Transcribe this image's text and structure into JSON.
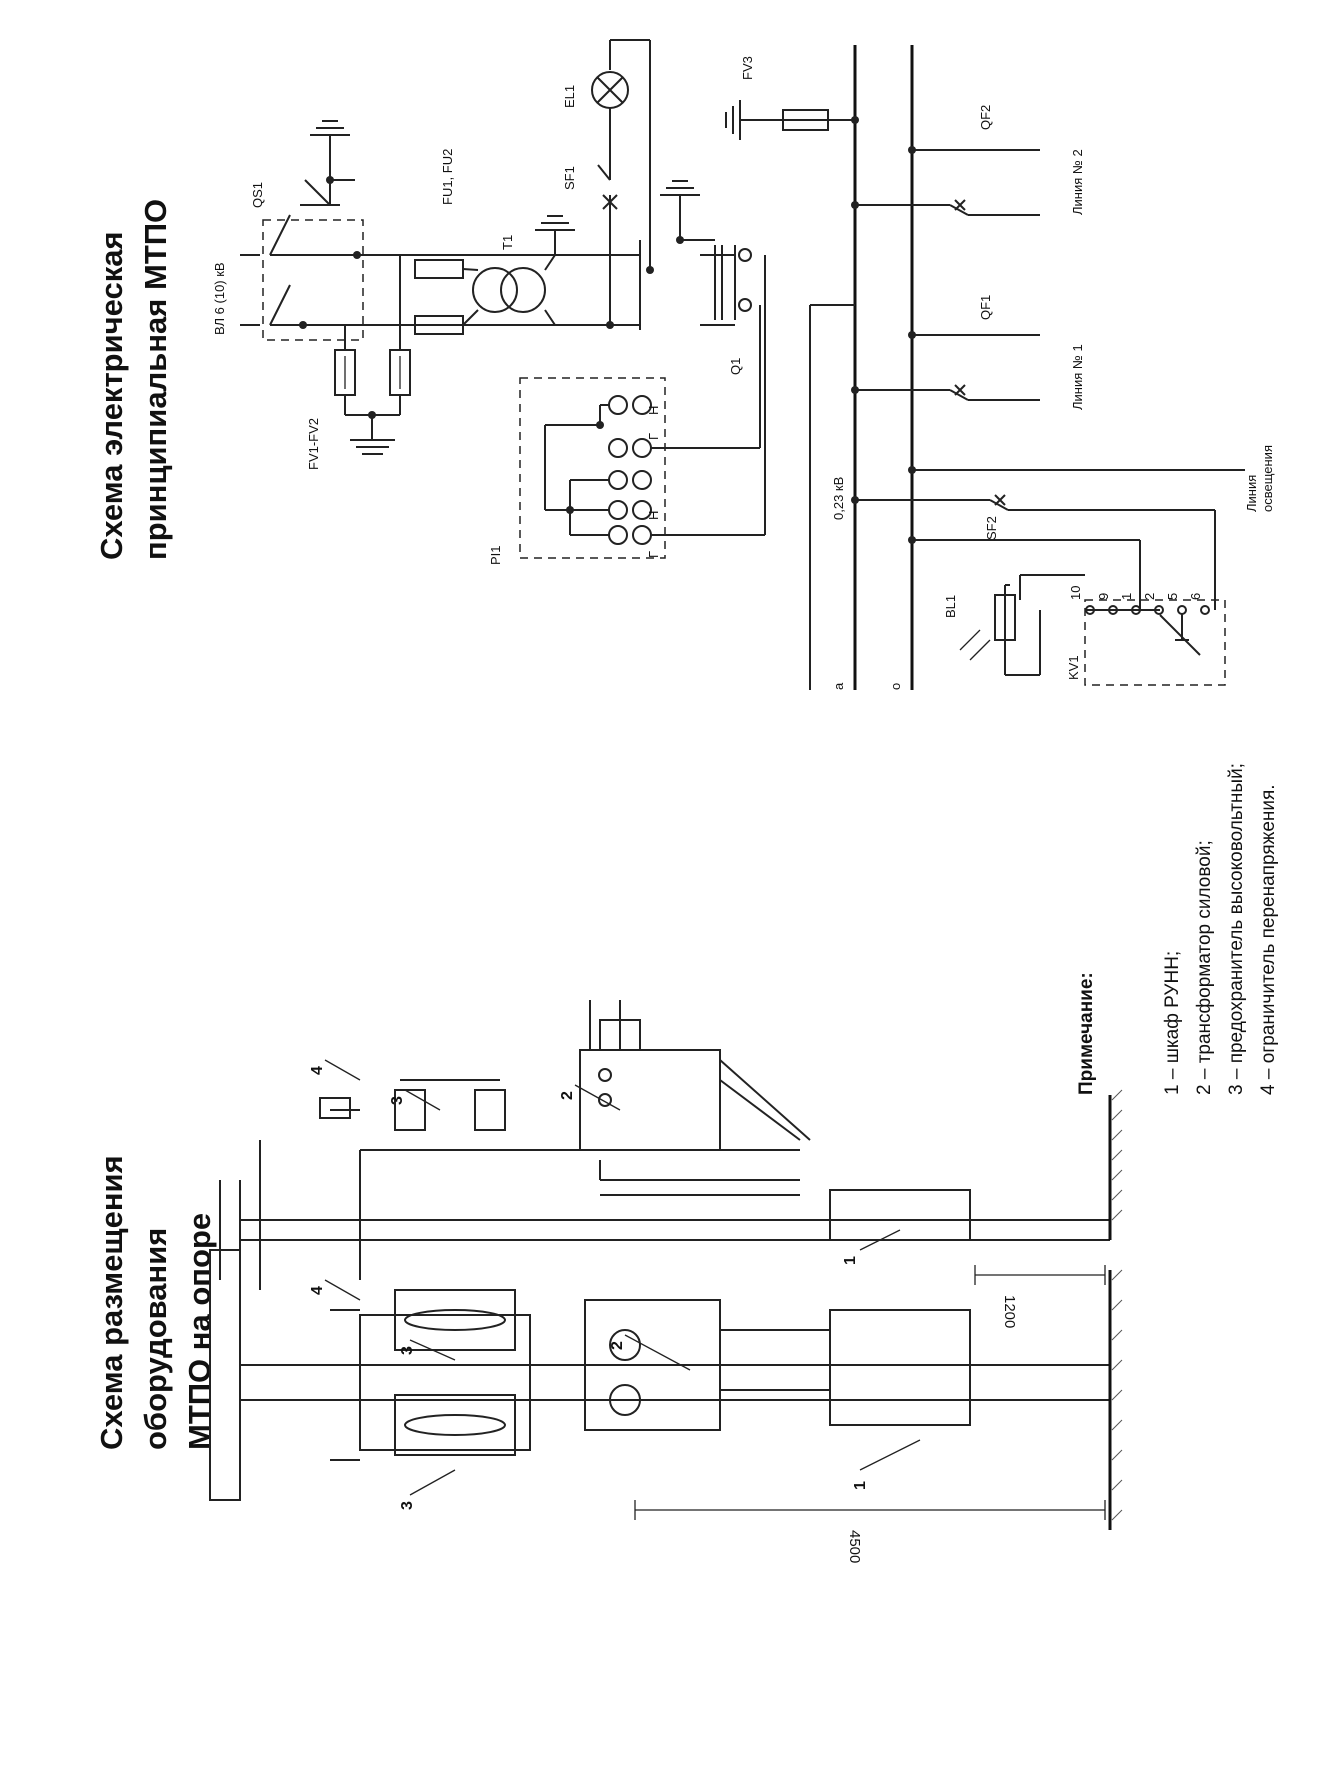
{
  "left_title": [
    "Схема размещения",
    "оборудования",
    "МТПО на опоре"
  ],
  "right_title": [
    "Схема электрическая",
    "принципиальная МТПО"
  ],
  "notes": {
    "heading": "Примечание:",
    "items": [
      "1 – шкаф РУНН;",
      "2 – трансформатор силовой;",
      "3 – предохранитель высоковольтный;",
      "4 – ограничитель перенапряжения."
    ]
  },
  "callouts": [
    "1",
    "2",
    "3",
    "4"
  ],
  "dimensions": {
    "total": "4500",
    "cabinet": "1200"
  },
  "scheme": {
    "vl": "ВЛ 6 (10) кВ",
    "qs1": "QS1",
    "fv12": "FV1-FV2",
    "fu": "FU1, FU2",
    "t1": "T1",
    "el1": "EL1",
    "sf1": "SF1",
    "fv3": "FV3",
    "q1": "Q1",
    "pi1": "PI1",
    "voltage": "0,23 кВ",
    "qf1": "QF1",
    "qf2": "QF2",
    "line1": "Линия № 1",
    "line2": "Линия № 2",
    "light_line": [
      "Линия",
      "освещения"
    ],
    "sf2": "SF2",
    "bl1": "BL1",
    "kv1": "KV1",
    "bus_a": "а",
    "bus_o": "о",
    "meter_g": "Г",
    "meter_n": "Н",
    "kv_pins": [
      "10",
      "9",
      "1",
      "2",
      "5",
      "6"
    ]
  }
}
